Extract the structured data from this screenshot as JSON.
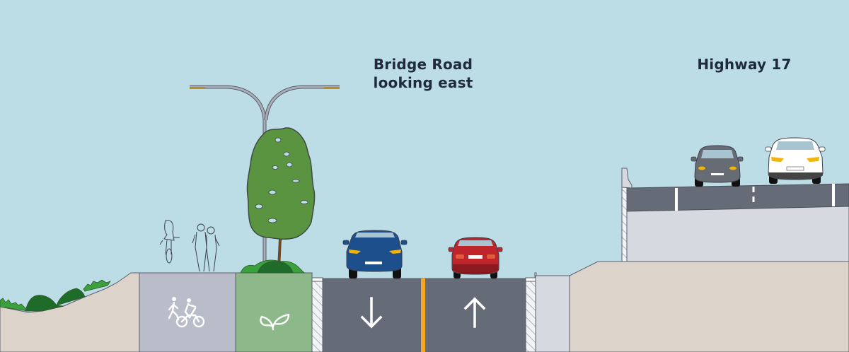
{
  "labels": {
    "bridge_road_line1": "Bridge Road",
    "bridge_road_line2": "looking east",
    "highway": "Highway 17"
  },
  "zones": [
    {
      "id": "embankment-left",
      "description": "Grassy slope with shrubs"
    },
    {
      "id": "shared-path",
      "icon": "pedestrian-cyclist-icon",
      "description": "Shared walking and cycling path with cyclist and two pedestrians"
    },
    {
      "id": "green-boulevard",
      "icon": "leaf-icon",
      "description": "Planted boulevard with tree and double-arm street light"
    },
    {
      "id": "curb-left",
      "description": "Curb"
    },
    {
      "id": "lane-westbound",
      "icon": "arrow-down-icon",
      "vehicle": "blue car"
    },
    {
      "id": "centre-line",
      "description": "Yellow centre line"
    },
    {
      "id": "lane-eastbound",
      "icon": "arrow-up-icon",
      "vehicle": "red car"
    },
    {
      "id": "curb-right",
      "description": "Curb"
    },
    {
      "id": "sidewalk-right",
      "description": "Concrete sidewalk"
    },
    {
      "id": "embankment-right",
      "description": "Earth embankment"
    },
    {
      "id": "highway-deck",
      "description": "Elevated Highway 17 with barrier and lane markings",
      "vehicles": [
        "grey car",
        "white car"
      ]
    }
  ],
  "colors": {
    "sky": "#bcdde6",
    "earth": "#dcd3cb",
    "path_grey": "#b8bdc9",
    "boulevard_green": "#8cb88a",
    "asphalt": "#666b78",
    "centre_line": "#f5a623",
    "concrete": "#d6d9e0",
    "outline": "#5a5f6b",
    "label_text": "#1f2a3c"
  }
}
